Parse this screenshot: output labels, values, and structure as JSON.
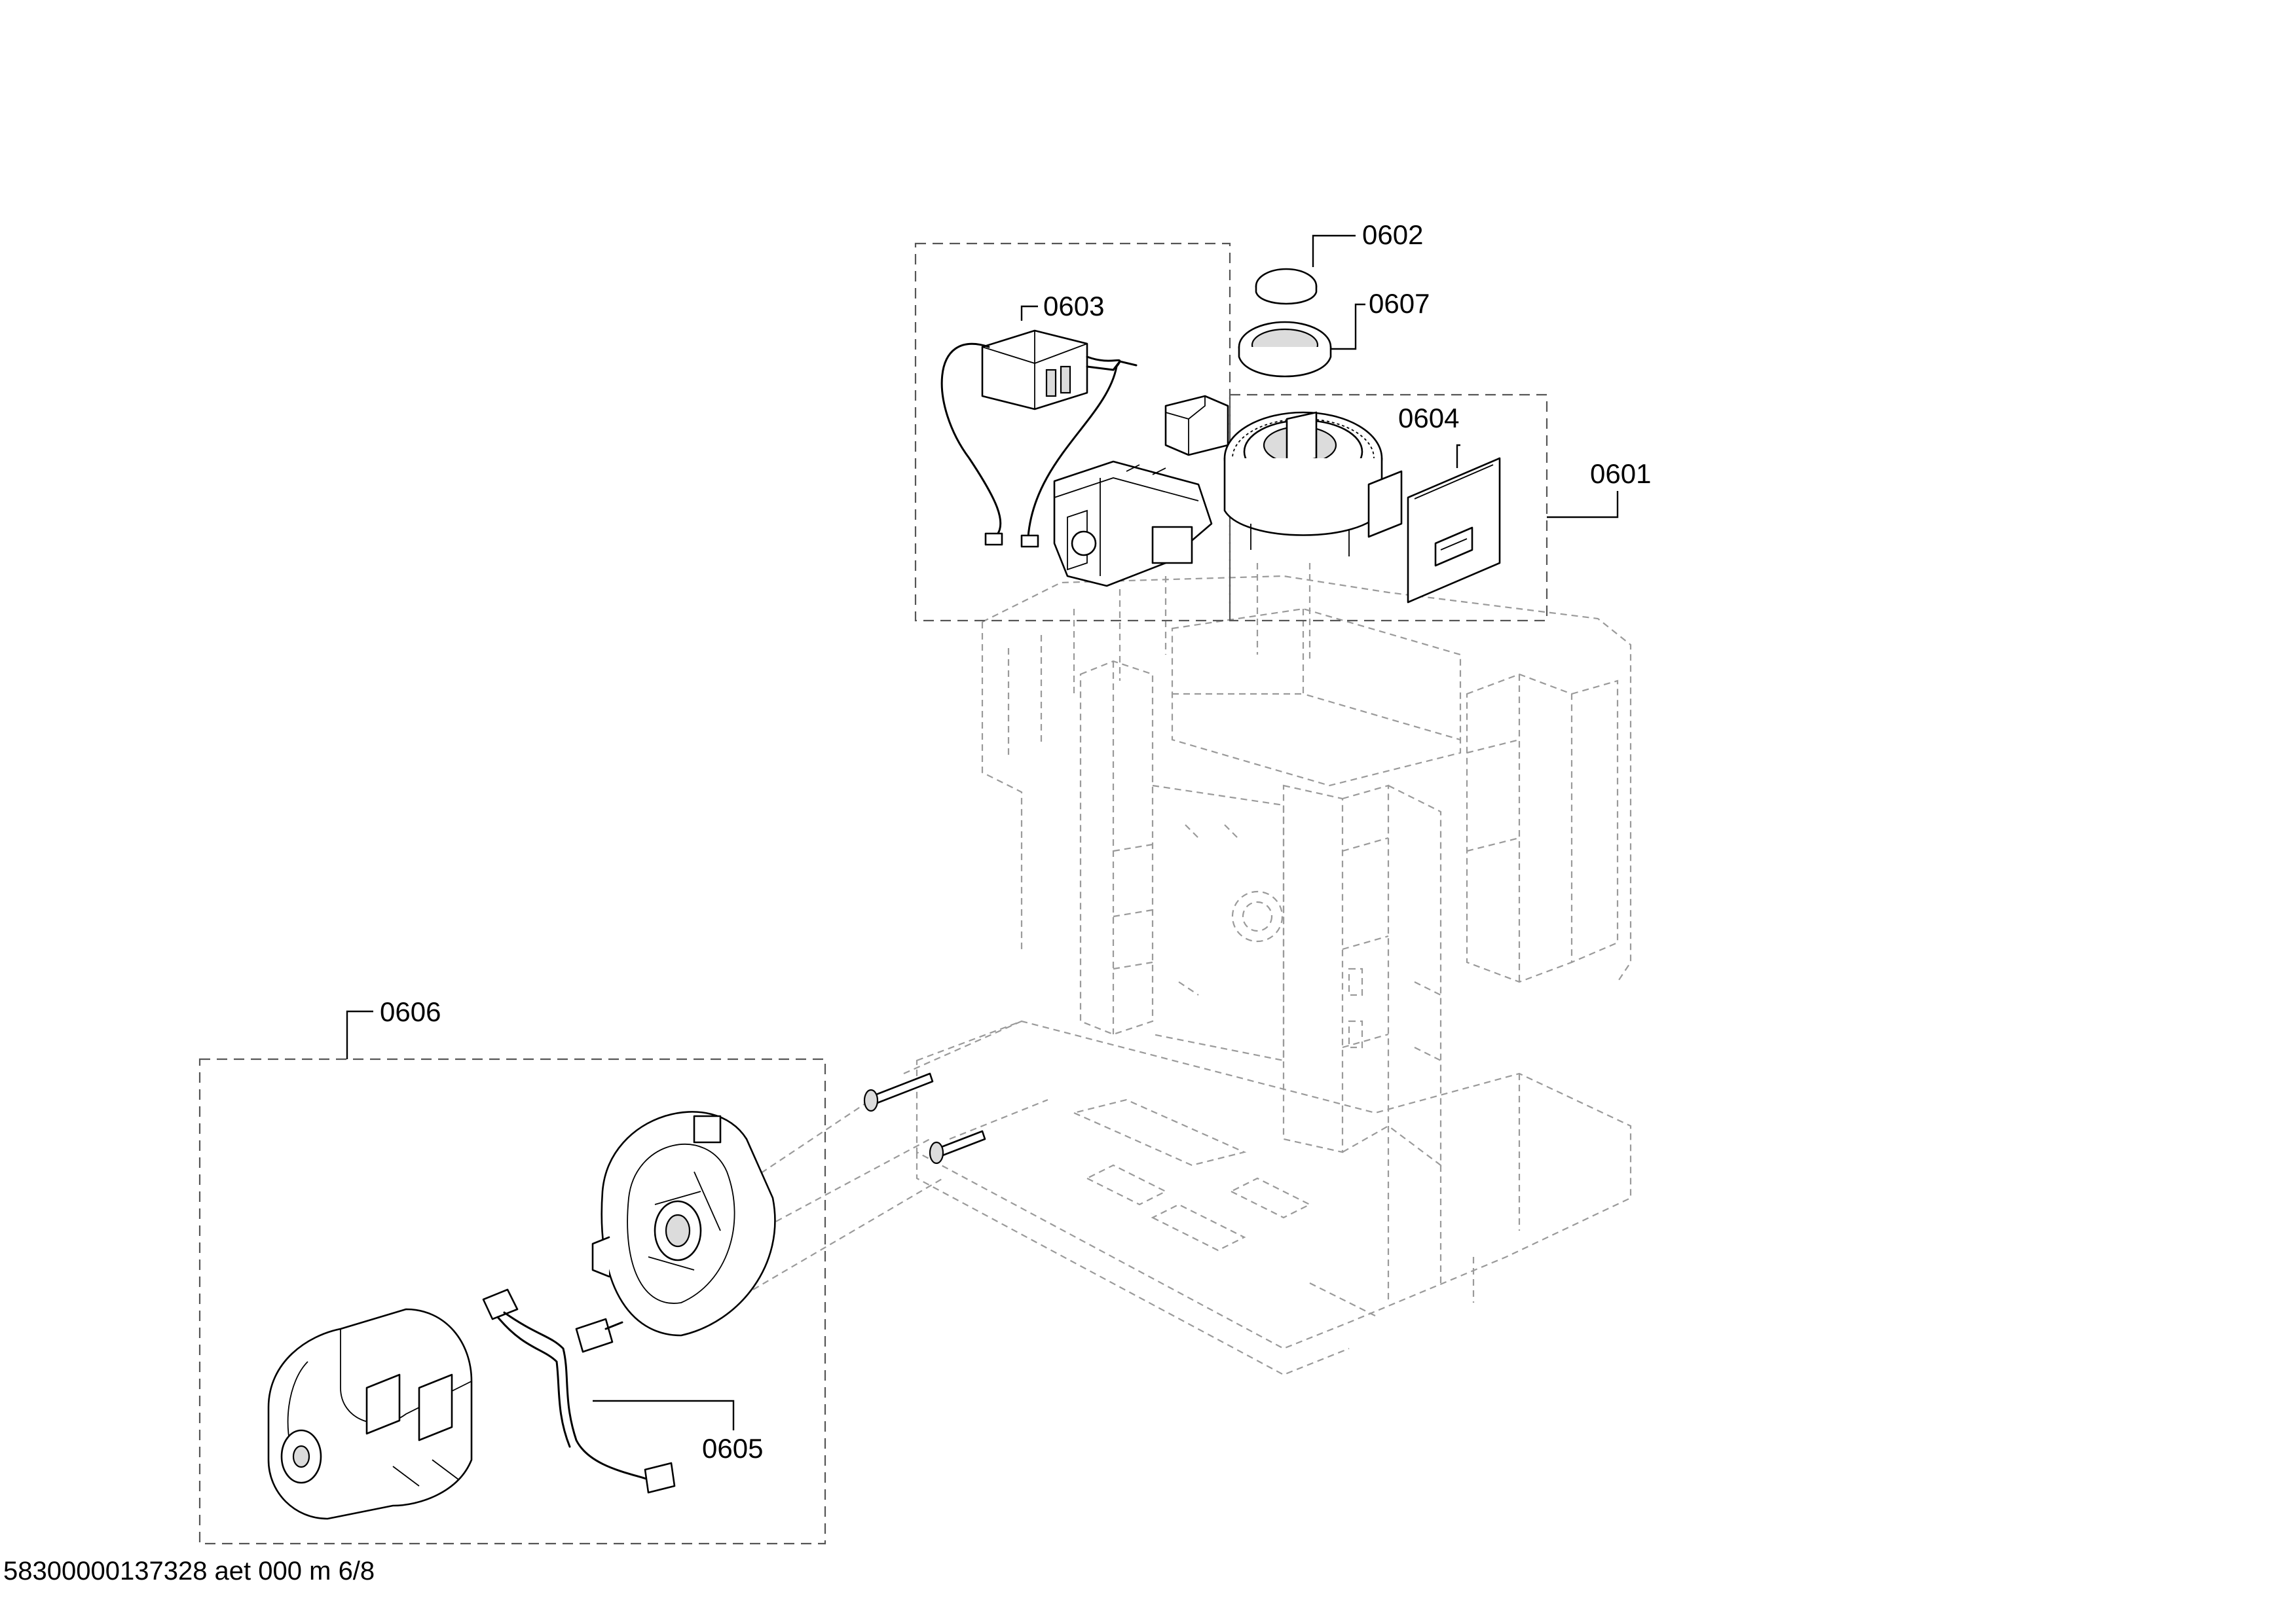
{
  "callouts": {
    "c0601": "0601",
    "c0602": "0602",
    "c0603": "0603",
    "c0604": "0604",
    "c0605": "0605",
    "c0606": "0606",
    "c0607": "0607"
  },
  "footer": {
    "document_code": "58300000137328 aet 000 m 6/8"
  }
}
